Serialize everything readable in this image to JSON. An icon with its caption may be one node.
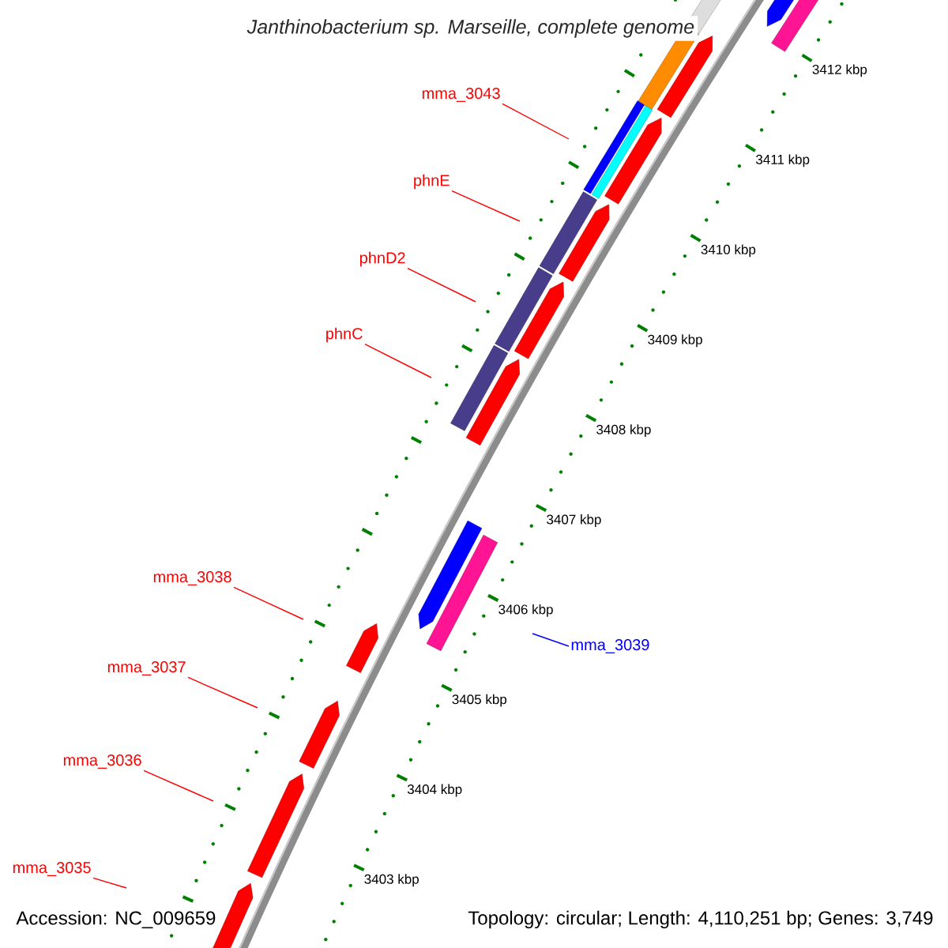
{
  "diagram": {
    "title": "Janthinobacterium sp. Marseille, complete genome",
    "nodes": [
      {
        "text": [
          "mma_3043"
        ]
      },
      {
        "text": [
          "phnE"
        ]
      },
      {
        "text": [
          "phnD2"
        ]
      },
      {
        "text": [
          "phnC"
        ]
      },
      {
        "text": [
          "mma_3038"
        ]
      },
      {
        "text": [
          "mma_3039"
        ]
      },
      {
        "text": [
          "mma_3037"
        ]
      },
      {
        "text": [
          "mma_3036"
        ]
      },
      {
        "text": [
          "mma_3035"
        ]
      }
    ],
    "edges": [
      {
        "from": 0,
        "to": null,
        "arrow": "none"
      },
      {
        "from": 1,
        "to": null,
        "arrow": "none"
      },
      {
        "from": 2,
        "to": null,
        "arrow": "none"
      },
      {
        "from": 3,
        "to": null,
        "arrow": "none"
      },
      {
        "from": 4,
        "to": null,
        "arrow": "none"
      },
      {
        "from": 5,
        "to": null,
        "arrow": "none",
        "color": "#0000ff"
      },
      {
        "from": 6,
        "to": null,
        "arrow": "none"
      },
      {
        "from": 7,
        "to": null,
        "arrow": "none"
      },
      {
        "from": 8,
        "to": null,
        "arrow": "none"
      }
    ],
    "labels": [
      "3412 kbp",
      "3411 kbp",
      "3410 kbp",
      "3409 kbp",
      "3408 kbp",
      "3407 kbp",
      "3406 kbp",
      "3405 kbp",
      "3404 kbp",
      "3403 kbp",
      "Accession: NC_009659",
      "Topology: circular; Length: 4,110,251 bp; Genes: 3,749"
    ]
  }
}
